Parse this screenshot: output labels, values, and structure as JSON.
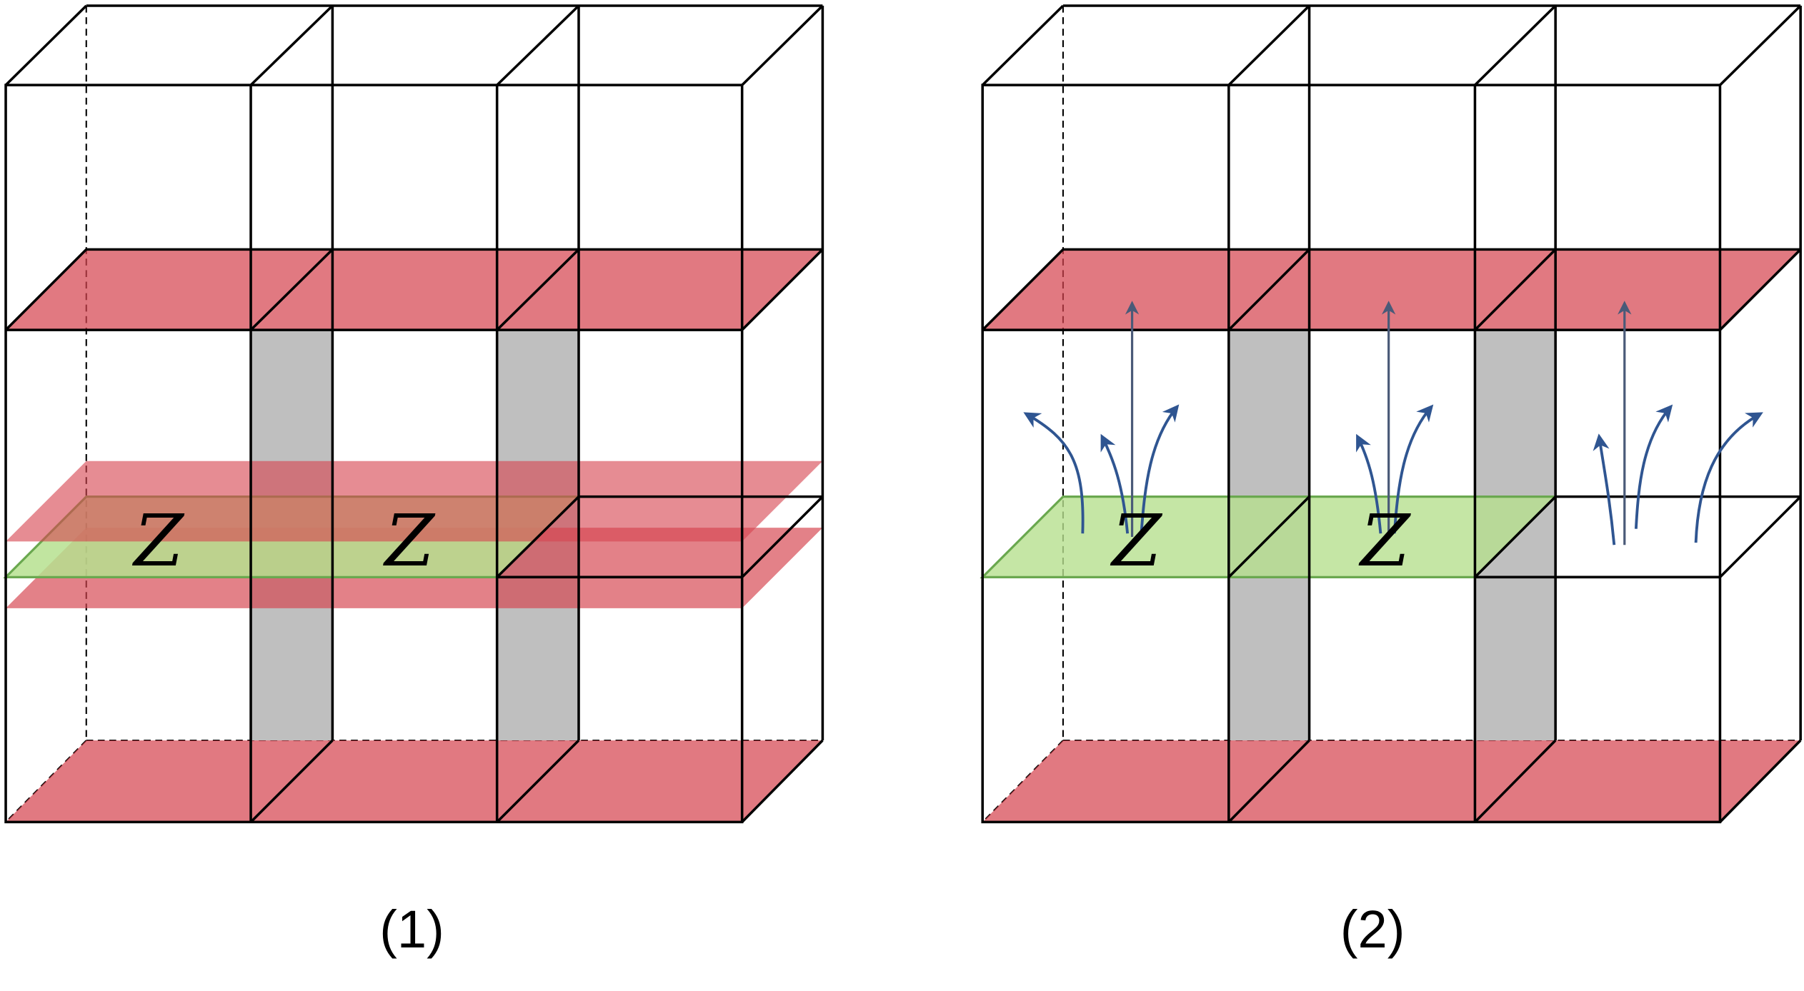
{
  "panels": [
    {
      "caption": "(1)",
      "z_labels": [
        "Z",
        "Z"
      ]
    },
    {
      "caption": "(2)",
      "z_labels": [
        "Z",
        "Z"
      ]
    }
  ],
  "colors": {
    "red_plane": "#d64550",
    "green_plane": "#b6e08f",
    "gray_column": "#bfbfbf",
    "arrow": "#2f5591",
    "edge": "#000000"
  }
}
